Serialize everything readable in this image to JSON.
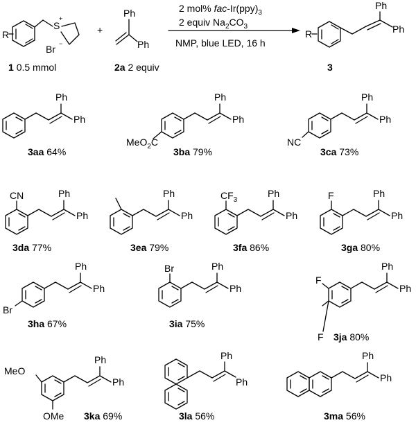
{
  "reaction": {
    "reagents": [
      "2 mol%",
      "fac",
      "-Ir(ppy)",
      "3",
      "2 equiv  Na",
      "2",
      "CO",
      "3"
    ],
    "conditions": "NMP, blue LED, 16 h",
    "plus": "+"
  },
  "reactant1": {
    "id": "1",
    "amount": "0.5 mmol",
    "r": "R",
    "s": "S",
    "charge": "+",
    "br": "Br",
    "anion": "−"
  },
  "reactant2": {
    "id": "2a",
    "amount": "2 equiv"
  },
  "product": {
    "id": "3",
    "r": "R"
  },
  "ph": "Ph",
  "products": [
    {
      "id": "3aa",
      "yield": "64%"
    },
    {
      "id": "3ba",
      "yield": "79%",
      "sub": "MeO",
      "sub2": "2",
      "sub3": "C"
    },
    {
      "id": "3ca",
      "yield": "73%",
      "sub": "NC"
    },
    {
      "id": "3da",
      "yield": "77%",
      "sub": "CN"
    },
    {
      "id": "3ea",
      "yield": "79%"
    },
    {
      "id": "3fa",
      "yield": "86%",
      "sub": "CF",
      "sub2": "3"
    },
    {
      "id": "3ga",
      "yield": "80%",
      "sub": "F"
    },
    {
      "id": "3ha",
      "yield": "67%",
      "sub": "Br"
    },
    {
      "id": "3ia",
      "yield": "75%",
      "sub": "Br"
    },
    {
      "id": "3ja",
      "yield": "80%",
      "sub": "F"
    },
    {
      "id": "3ka",
      "yield": "69%",
      "sub": "MeO",
      "sub_b": "OMe"
    },
    {
      "id": "3la",
      "yield": "56%"
    },
    {
      "id": "3ma",
      "yield": "56%"
    }
  ]
}
